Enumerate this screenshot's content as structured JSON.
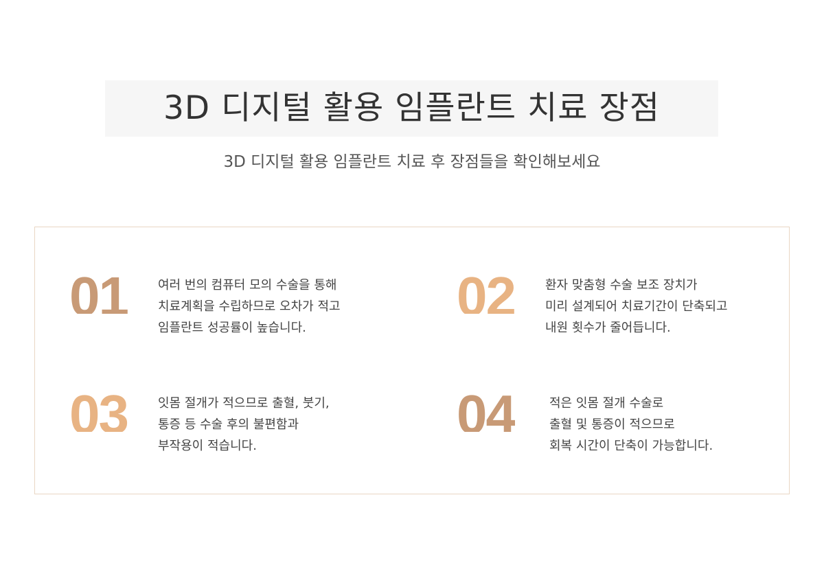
{
  "header": {
    "title": "3D 디지털 활용 임플란트 치료 장점",
    "subtitle": "3D 디지털 활용 임플란트 치료 후 장점들을 확인해보세요"
  },
  "colors": {
    "dark": "#c89a76",
    "light": "#e8b383"
  },
  "items": [
    {
      "number": "01",
      "lines": [
        "여러 번의 컴퓨터 모의 수술을 통해",
        "치료계획을 수립하므로 오차가 적고",
        "임플란트 성공률이 높습니다."
      ]
    },
    {
      "number": "02",
      "lines": [
        "환자 맞춤형 수술 보조 장치가",
        "미리 설계되어 치료기간이 단축되고",
        "내원 횟수가 줄어듭니다."
      ]
    },
    {
      "number": "03",
      "lines": [
        "잇몸 절개가 적으므로 출혈, 붓기,",
        "통증 등 수술 후의 불편함과",
        "부작용이 적습니다."
      ]
    },
    {
      "number": "04",
      "lines": [
        "적은 잇몸 절개 수술로",
        "출혈 및 통증이 적으므로",
        "회복 시간이 단축이 가능합니다."
      ]
    }
  ]
}
